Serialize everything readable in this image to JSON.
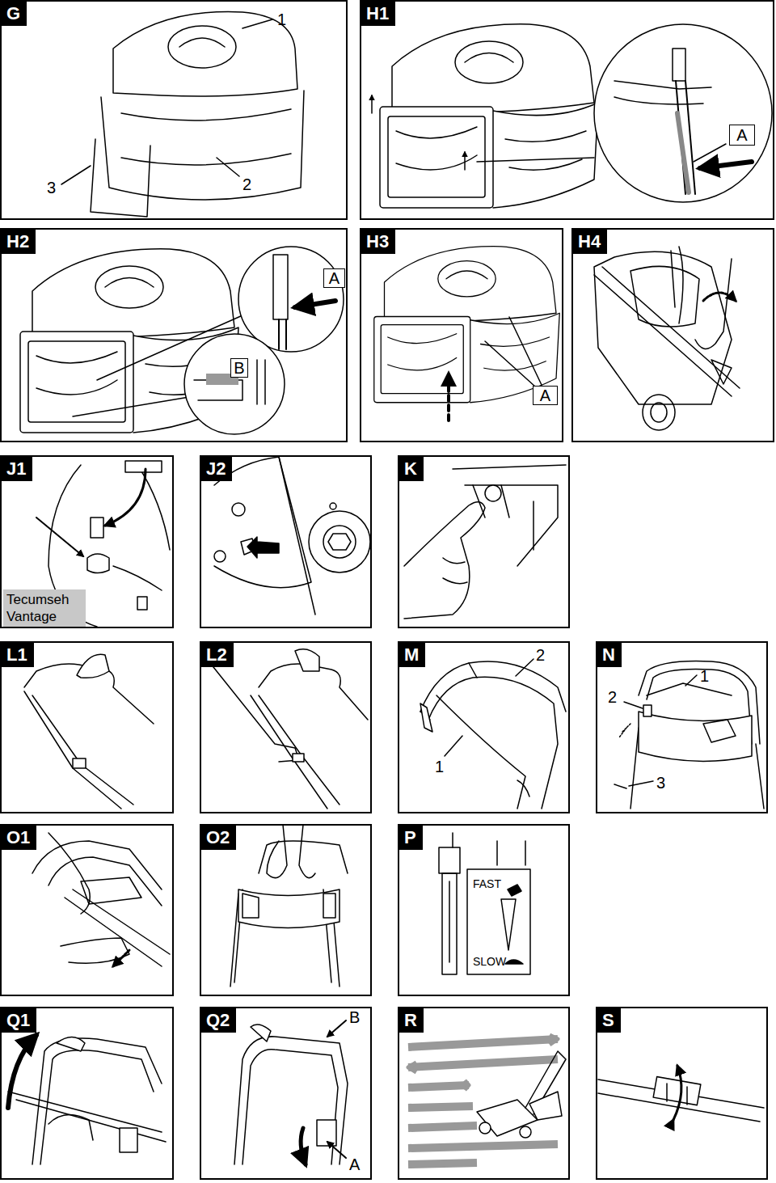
{
  "diagram": {
    "nodes": [
      {
        "text": [
          "G"
        ]
      },
      {
        "text": [
          "H1"
        ]
      },
      {
        "text": [
          "A"
        ],
        "in": 1
      },
      {
        "text": [
          "H2"
        ]
      },
      {
        "text": [
          "A"
        ],
        "in": 3
      },
      {
        "text": [
          "B"
        ],
        "in": 3
      },
      {
        "text": [
          "H3"
        ]
      },
      {
        "text": [
          "A"
        ],
        "in": 6
      },
      {
        "text": [
          "H4"
        ]
      },
      {
        "text": [
          "J1"
        ]
      },
      {
        "text": [
          "Tecumseh Vantage"
        ],
        "in": 9
      },
      {
        "text": [
          "J2"
        ]
      },
      {
        "text": [
          "K"
        ]
      },
      {
        "text": [
          "L1"
        ]
      },
      {
        "text": [
          "L2"
        ]
      },
      {
        "text": [
          "M"
        ]
      },
      {
        "text": [
          "N"
        ]
      },
      {
        "text": [
          "O1"
        ]
      },
      {
        "text": [
          "O2"
        ]
      },
      {
        "text": [
          "P"
        ]
      },
      {
        "text": [
          "Q1"
        ]
      },
      {
        "text": [
          "Q2"
        ]
      },
      {
        "text": [
          "R"
        ]
      },
      {
        "text": [
          "S"
        ]
      }
    ],
    "labels": [
      "1",
      "3",
      "2",
      "2",
      "1",
      "1",
      "2",
      "3",
      "FAST",
      "SLOW",
      "B",
      "A"
    ]
  }
}
